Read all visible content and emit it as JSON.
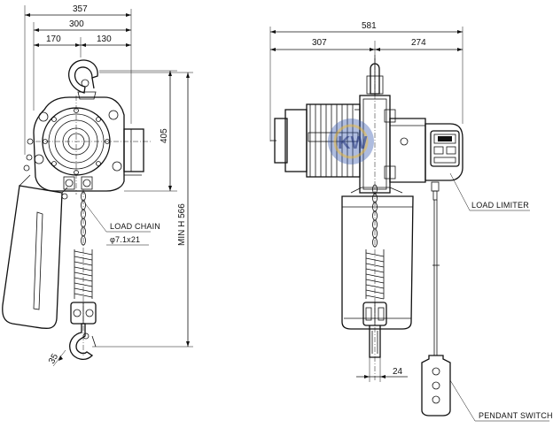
{
  "side_view": {
    "dims": {
      "overall_width": "357",
      "frame_width": "300",
      "left_offset": "170",
      "right_offset": "130",
      "body_height": "405",
      "headroom": "MIN H 566",
      "hook_throat": "35"
    },
    "callouts": {
      "load_chain_title": "LOAD CHAIN",
      "load_chain_spec": "φ7.1x21"
    }
  },
  "front_view": {
    "dims": {
      "overall_width": "581",
      "left_width": "307",
      "right_width": "274",
      "hook_width": "24"
    },
    "callouts": {
      "load_limiter": "LOAD LIMITER",
      "pendant_switch": "PENDANT SWITCH"
    },
    "watermark": "KW"
  },
  "colors": {
    "line": "#111111",
    "watermark_blue": "#3a5db0",
    "watermark_gold": "#c9a64a"
  }
}
